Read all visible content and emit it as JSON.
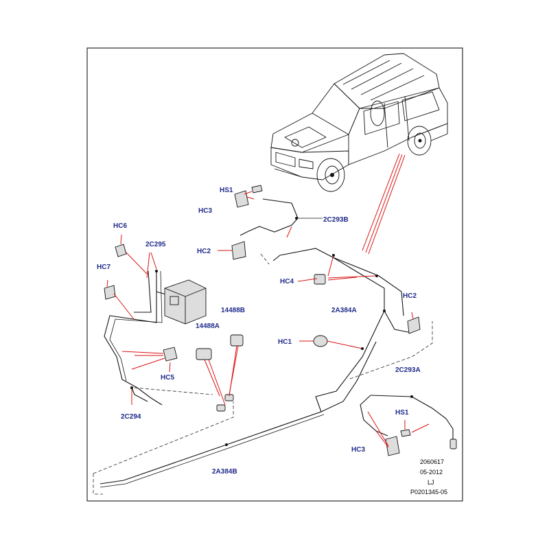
{
  "labels": {
    "hs1_top": "HS1",
    "hc3_top": "HC3",
    "c293b": "2C293B",
    "hc2_mid": "HC2",
    "hc6": "HC6",
    "c295": "2C295",
    "hc7": "HC7",
    "b14488": "14488B",
    "a14488": "14488A",
    "hc4": "HC4",
    "a384a": "2A384A",
    "hc2_right": "HC2",
    "hc1": "HC1",
    "hc5": "HC5",
    "c294": "2C294",
    "c293a": "2C293A",
    "hs1_bottom": "HS1",
    "hc3_bottom": "HC3",
    "a384b": "2A384B"
  },
  "reference": {
    "code": "2060617",
    "date": "05-2012",
    "initials": "LJ",
    "part_ref": "P0201345-05"
  }
}
